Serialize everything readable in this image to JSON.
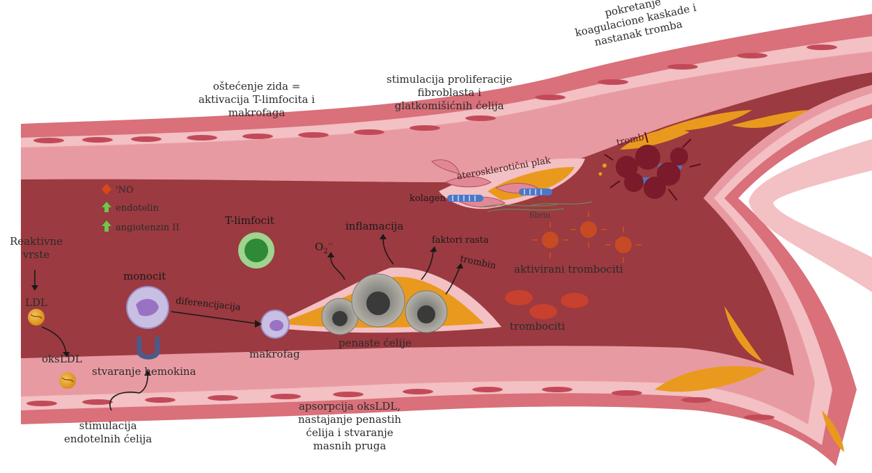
{
  "colors": {
    "background": "#ffffff",
    "vessel_outer": "#d9707a",
    "vessel_wall": "#f3c0c3",
    "endothelium": "#e89aa2",
    "lumen": "#9b3a40",
    "fat": "#e99a1e",
    "erythrocyte": "#c8402e",
    "t_cell": "#7dc36e",
    "monocyte": "#b9a8d8",
    "foam_cell": "#8a8a8a",
    "platelet": "#c64a24",
    "thrombus": "#7a1a2a",
    "collagen": "#4a78c8"
  },
  "labels": {
    "wall_damage": [
      "oštećenje zida =",
      "aktivacija T-limfocita i",
      "makrofaga"
    ],
    "proliferation": [
      "stimulacija proliferacije",
      "fibroblasta i",
      "glatkomišićnih ćelija"
    ],
    "coagulation": [
      "pokretanje",
      "koagulacione kaskade i",
      "nastanak tromba"
    ],
    "thrombus": "tromb",
    "plaque": "aterosklerotični plak",
    "collagen": "kolagen",
    "fibrin": "fibrin",
    "no": "'NO",
    "endothelin": "endotelin",
    "angiotensin": "angiotenzin II",
    "t_cell": "T-limfocit",
    "inflammation": "inflamacija",
    "superoxide_base": "O",
    "superoxide_sub": "2",
    "superoxide_sup": "·-",
    "growth_factors": "faktori rasta",
    "thrombin": "trombin",
    "activated_platelets": "aktivirani trombociti",
    "reactive_species": [
      "Reaktivne",
      "vrste"
    ],
    "ldl": "LDL",
    "monocyte": "monocit",
    "differentiation": "diferencijacija",
    "macrophage": "makrofag",
    "foam_cells": "penaste ćelije",
    "platelets": "trombociti",
    "oxldl": "oksLDL",
    "chemokines": "stvaranje hemokina",
    "endothelial_stim": [
      "stimulacija",
      "endotelnih ćelija"
    ],
    "absorption": [
      "apsorpcija oksLDL,",
      "nastajanje penastih",
      "ćelija i stvaranje",
      "masnih pruga"
    ]
  }
}
